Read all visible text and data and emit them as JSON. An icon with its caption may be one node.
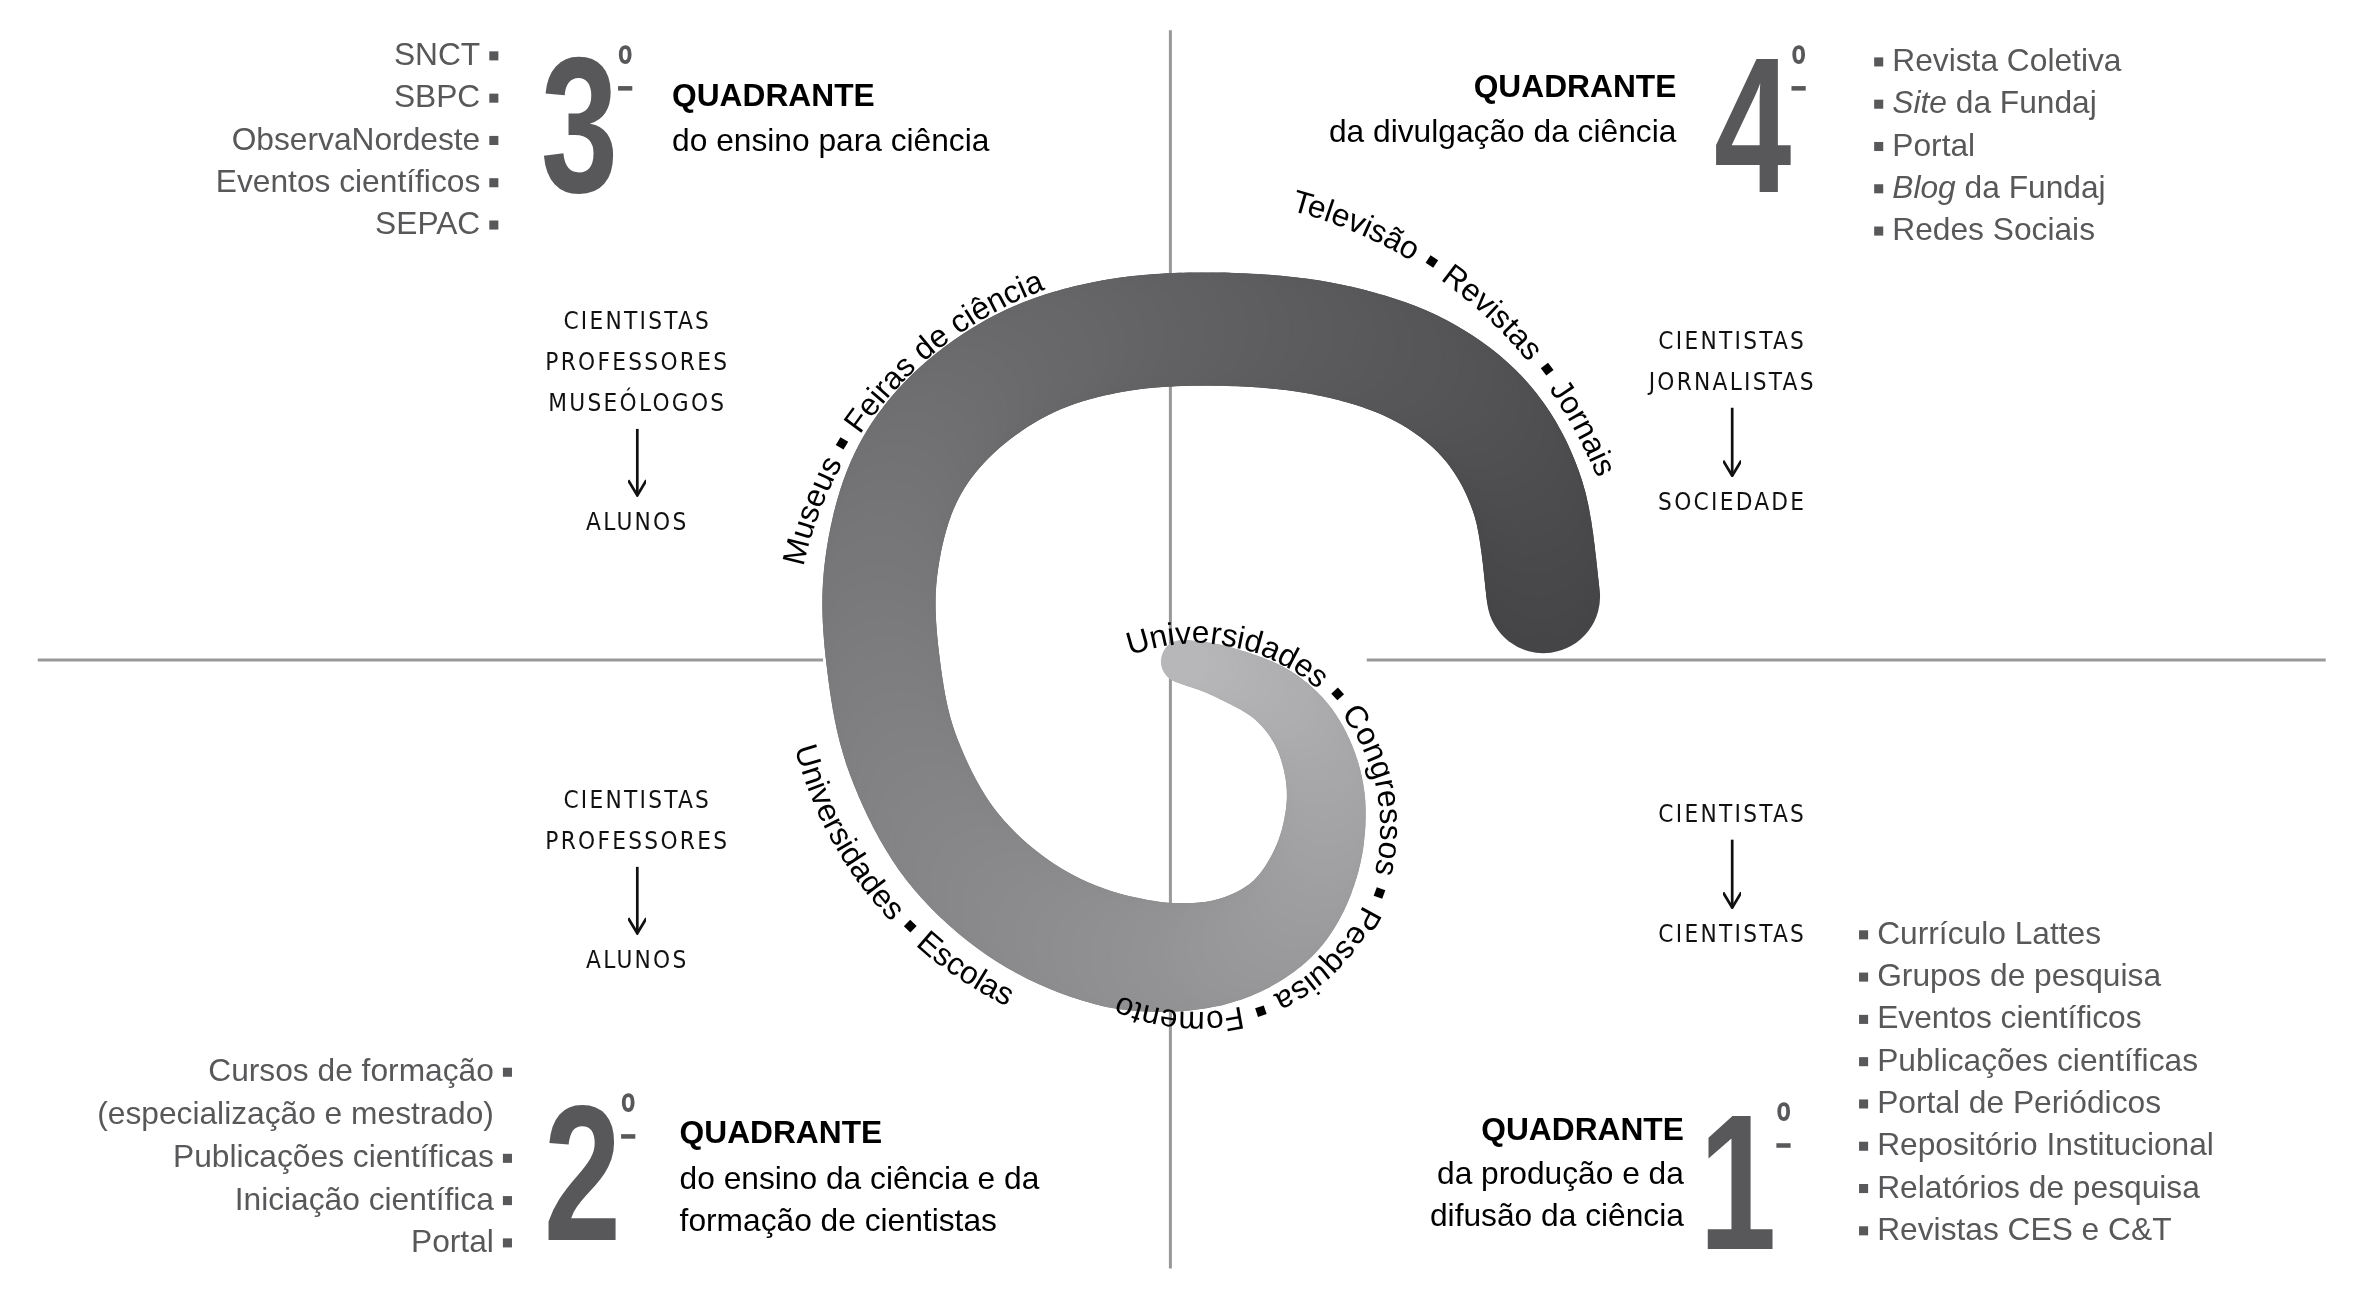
{
  "diagram": {
    "nodes": [
      {
        "text": [
          "CIENTISTAS PROFESSORES MUSEÓLOGOS"
        ]
      },
      {
        "text": [
          "ALUNOS"
        ]
      },
      {
        "text": [
          "CIENTISTAS JORNALISTAS"
        ]
      },
      {
        "text": [
          "SOCIEDADE"
        ]
      },
      {
        "text": [
          "CIENTISTAS PROFESSORES"
        ]
      },
      {
        "text": [
          "ALUNOS"
        ]
      },
      {
        "text": [
          "CIENTISTAS"
        ]
      },
      {
        "text": [
          "CIENTISTAS"
        ]
      }
    ],
    "edges": [
      {
        "from": 0,
        "to": 1,
        "arrow": "to"
      },
      {
        "from": 2,
        "to": 3,
        "arrow": "to"
      },
      {
        "from": 4,
        "to": 5,
        "arrow": "to"
      },
      {
        "from": 6,
        "to": 7,
        "arrow": "to"
      }
    ],
    "labels": [
      "SNCT",
      "SBPC",
      "ObservaNordeste",
      "Eventos científicos",
      "SEPAC",
      "3$^{º}$",
      "QUADRANTE",
      "do ensino para ciência",
      "QUADRANTE",
      "da divulgação da ciência",
      "4$^{º}$",
      "Revista Coletiva",
      "*Site* da Fundaj",
      "Portal",
      "*Blog* da Fundaj",
      "Redes Sociais",
      "Museus",
      "Feiras de ciência",
      "Televisão",
      "Revistas",
      "Jornais",
      "Universidades",
      "Congressos",
      "Pesquisa",
      "Fomento",
      "Universidades",
      "Escolas",
      "Cursos de formação (especialização e mestrado)",
      "Publicações científicas",
      "Iniciação científica",
      "Portal",
      "2$^{º}$",
      "QUADRANTE",
      "do ensino da ciência e da formação de cientistas",
      "Currículo Lattes",
      "Grupos de pesquisa",
      "Eventos científicos",
      "Publicações científicas",
      "Portal de Periódicos",
      "Repositório Institucional",
      "Relatórios de pesquisa",
      "Revistas CES e C&T",
      "QUADRANTE",
      "da produção e da difusão da ciência",
      "1$^{º}$"
    ]
  }
}
